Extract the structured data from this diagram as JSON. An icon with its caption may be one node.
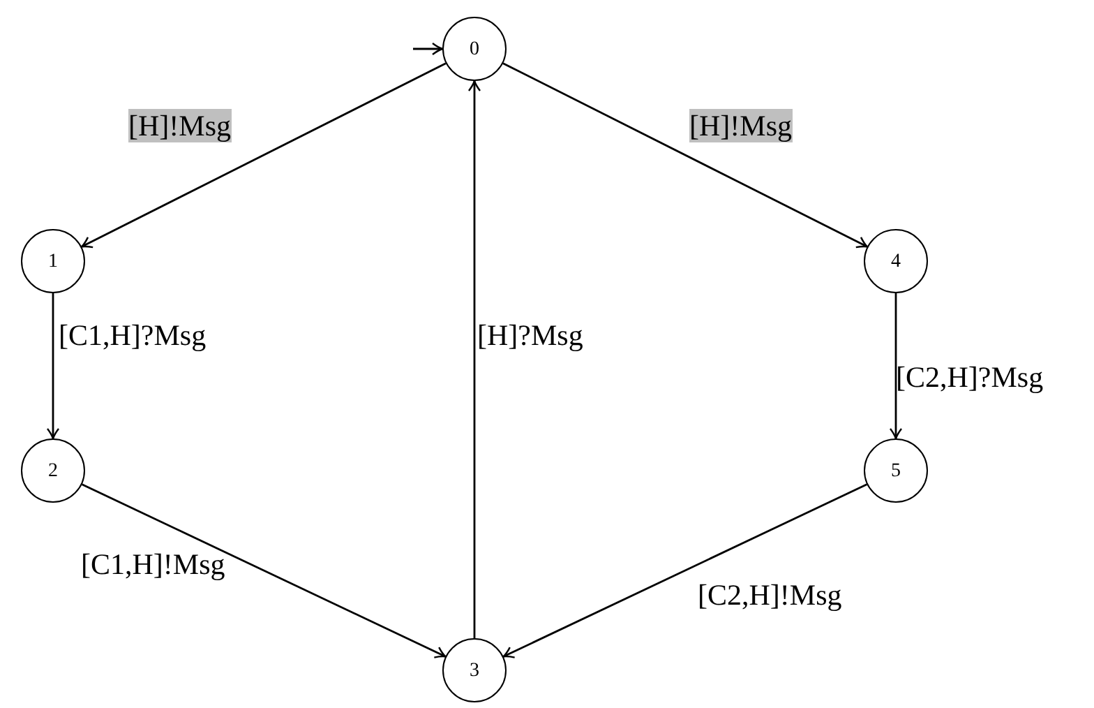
{
  "diagram": {
    "nodes": [
      {
        "text": [
          "0"
        ]
      },
      {
        "text": [
          "1"
        ]
      },
      {
        "text": [
          "2"
        ]
      },
      {
        "text": [
          "3"
        ]
      },
      {
        "text": [
          "4"
        ]
      },
      {
        "text": [
          "5"
        ]
      }
    ],
    "edges": [
      {
        "from": null,
        "to": 0,
        "arrow": "to"
      },
      {
        "from": 0,
        "to": 1,
        "arrow": "to",
        "label": "[H]!Msg"
      },
      {
        "from": 1,
        "to": 2,
        "arrow": "to",
        "label": "[C1,H]?Msg"
      },
      {
        "from": 2,
        "to": 3,
        "arrow": "to",
        "label": "[C1,H]!Msg"
      },
      {
        "from": 0,
        "to": 4,
        "arrow": "to",
        "label": "[H]!Msg"
      },
      {
        "from": 4,
        "to": 5,
        "arrow": "to",
        "label": "[C2,H]?Msg"
      },
      {
        "from": 5,
        "to": 3,
        "arrow": "to",
        "label": "[C2,H]!Msg"
      },
      {
        "from": 3,
        "to": 0,
        "arrow": "to",
        "label": "[H]?Msg"
      }
    ]
  }
}
